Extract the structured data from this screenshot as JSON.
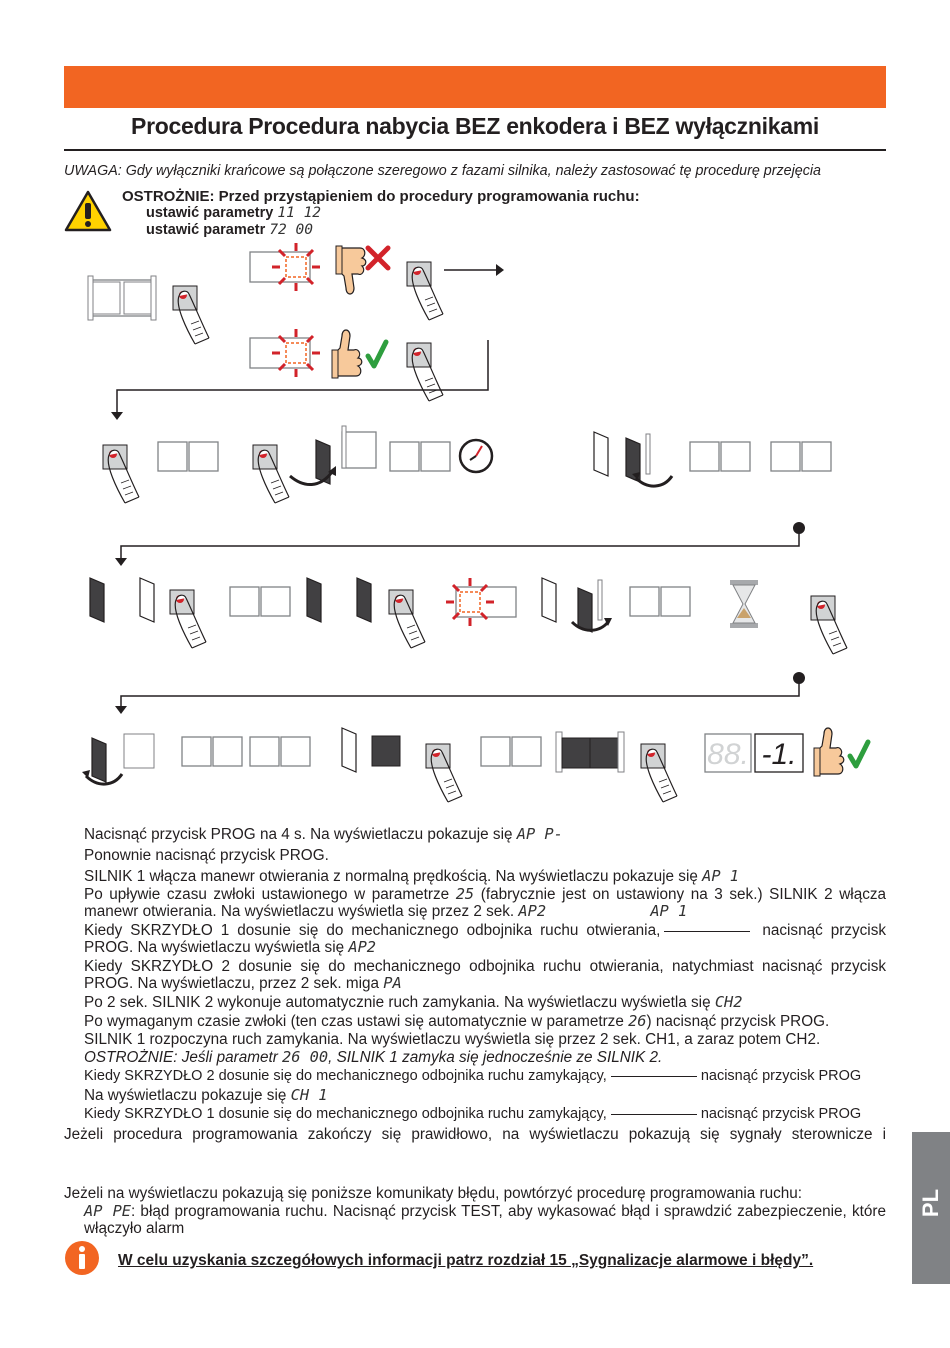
{
  "header": {
    "title": "Procedura Procedura nabycia BEZ enkodera i BEZ wyłącznikami"
  },
  "note": "UWAGA: Gdy wyłączniki krańcowe są połączone szeregowo z fazami silnika, należy zastosować tę procedurę przejęcia",
  "caution": {
    "title": "OSTROŻNIE: Przed przystąpieniem do procedury programowania ruchu:",
    "line1": "ustawić parametry",
    "line1_code": "11 12",
    "line2": "ustawić parametr",
    "line2_code": "72 00"
  },
  "display": {
    "left": "88.",
    "right": "-1."
  },
  "steps": {
    "s1": "Nacisnąć przycisk PROG na 4 s. Na wyświetlaczu pokazuje się",
    "s1_code": "AP P-",
    "s2": "Ponownie nacisnąć przycisk PROG.",
    "s3": "SILNIK 1 włącza manewr otwierania z normalną prędkością. Na wyświetlaczu pokazuje się",
    "s3_code": "AP 1",
    "s4a": "Po upływie czasu zwłoki ustawionego w parametrze",
    "s4_code": "25",
    "s4b": "(fabrycznie jest on ustawiony na 3 sek.) SILNIK 2 włącza manewr otwierania. Na wyświetlaczu wyświetla się przez 2 sek.",
    "s4_code2": "AP2",
    "s4_code3": "AP 1",
    "s5a": "Kiedy SKRZYDŁO 1 dosunie się do mechanicznego odbojnika ruchu otwierania,",
    "s5b": "nacisnąć przycisk PROG. Na wyświetlaczu wyświetla się",
    "s5_code": "AP2",
    "s6": "Kiedy SKRZYDŁO 2 dosunie się do mechanicznego odbojnika ruchu otwierania, natychmiast nacisnąć przycisk PROG. Na wyświetlaczu, przez 2 sek. miga",
    "s6_code": "PA",
    "s7": "Po 2 sek. SILNIK 2 wykonuje automatycznie ruch zamykania. Na wyświetlaczu wyświetla się",
    "s7_code": "CH2",
    "s8a": "Po wymaganym czasie zwłoki (ten czas ustawi się automatycznie w parametrze",
    "s8_code": "26",
    "s8b": ") nacisnąć przycisk PROG.",
    "s9": "SILNIK 1 rozpoczyna ruch zamykania. Na wyświetlaczu wyświetla się przez 2 sek. CH1, a zaraz potem CH2.",
    "s10a": "OSTROŻNIE: Jeśli parametr",
    "s10_code": "26 00",
    "s10b": ", SILNIK 1 zamyka się jednocześnie ze SILNIK 2.",
    "s11a": "Kiedy SKRZYDŁO 2 dosunie się do mechanicznego odbojnika ruchu zamykający,",
    "s11b": "nacisnąć przycisk PROG",
    "s12": "Na wyświetlaczu pokazuje się",
    "s12_code": "CH 1",
    "s13a": "Kiedy SKRZYDŁO 1 dosunie się do mechanicznego odbojnika ruchu zamykający,",
    "s13b": "nacisnąć przycisk PROG",
    "s14": "Jeżeli procedura programowania zakończy się prawidłowo, na wyświetlaczu pokazują się sygnały sterownicze i"
  },
  "errors": {
    "intro": "Jeżeli na wyświetlaczu pokazują się poniższe komunikaty błędu, powtórzyć procedurę programowania ruchu:",
    "code": "AP PE",
    "text": ": błąd programowania ruchu. Nacisnąć przycisk TEST, aby wykasować błąd i sprawdzić zabezpieczenie, które włączyło alarm"
  },
  "footer": {
    "note": "W celu uzyskania szczegółowych informacji patrz rozdział 15 „Sygnalizacje alarmowe i błędy”."
  },
  "side_tab": "PL",
  "icons": [
    "warning-icon",
    "info-icon",
    "thumbs-down-icon",
    "thumbs-up-icon",
    "clock-icon",
    "hourglass-icon",
    "finger-press-icon"
  ],
  "colors": {
    "accent": "#f26522",
    "tab": "#808285",
    "ok": "#2e9e3e",
    "error": "#d2232a"
  }
}
